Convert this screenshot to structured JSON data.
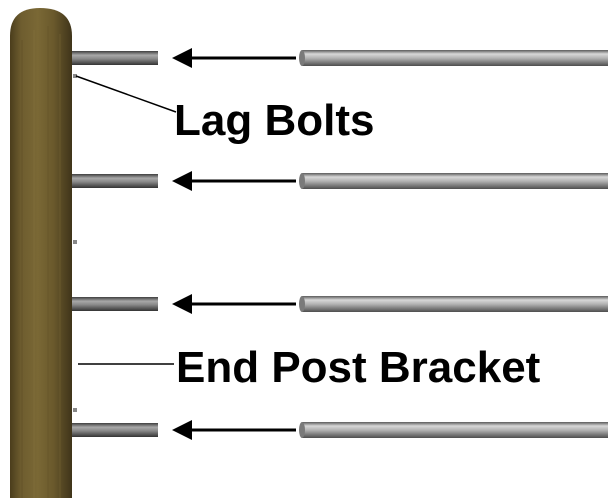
{
  "labels": {
    "lag_bolts": "Lag Bolts",
    "end_post_bracket": "End Post Bracket"
  },
  "post": {
    "material": "wood",
    "color": "#6b5a2e"
  },
  "rails": {
    "count": 4,
    "color": "#9a9a9a",
    "direction": "left"
  }
}
